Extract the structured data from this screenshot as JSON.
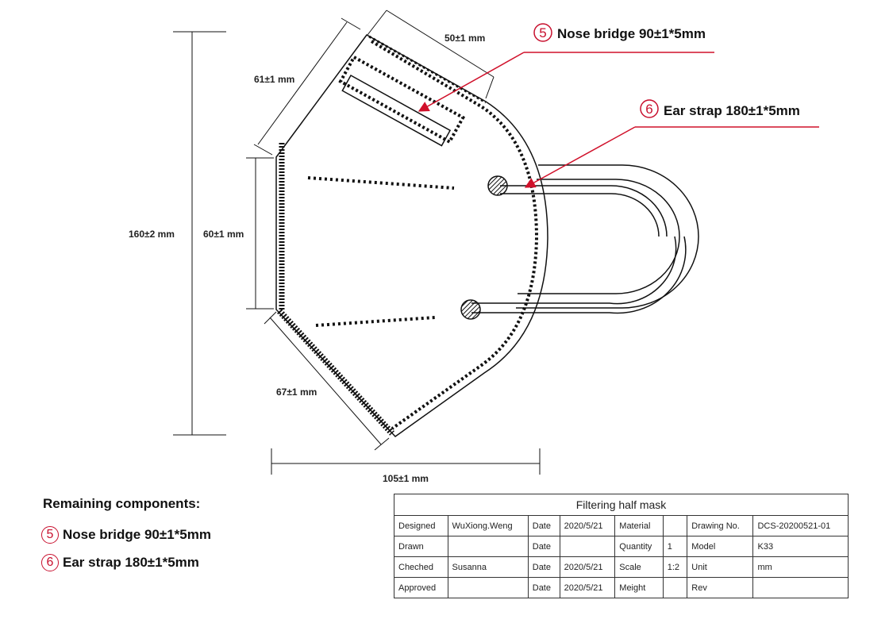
{
  "dimensions": {
    "top_width": "50±1 mm",
    "top_slant": "61±1 mm",
    "total_height": "160±2 mm",
    "middle_height": "60±1 mm",
    "bottom_slant": "67±1 mm",
    "total_width": "105±1 mm"
  },
  "callouts": [
    {
      "number": "5",
      "label": "Nose bridge 90±1*5mm"
    },
    {
      "number": "6",
      "label": "Ear strap 180±1*5mm"
    }
  ],
  "remaining": {
    "heading": "Remaining components:",
    "items": [
      {
        "number": "5",
        "label": "Nose bridge 90±1*5mm"
      },
      {
        "number": "6",
        "label": "Ear strap 180±1*5mm"
      }
    ]
  },
  "title_block": {
    "title": "Filtering half mask",
    "rows": [
      [
        "Designed",
        "WuXiong.Weng",
        "Date",
        "2020/5/21",
        "Material",
        "",
        "Drawing No.",
        "DCS-20200521-01"
      ],
      [
        "Drawn",
        "",
        "Date",
        "",
        "Quantity",
        "1",
        "Model",
        "K33"
      ],
      [
        "Cheched",
        "Susanna",
        "Date",
        "2020/5/21",
        "Scale",
        "1:2",
        "Unit",
        "mm"
      ],
      [
        "Approved",
        "",
        "Date",
        "2020/5/21",
        "Meight",
        "",
        "Rev",
        ""
      ]
    ]
  },
  "colors": {
    "accent": "#c8102e",
    "line": "#111111"
  }
}
